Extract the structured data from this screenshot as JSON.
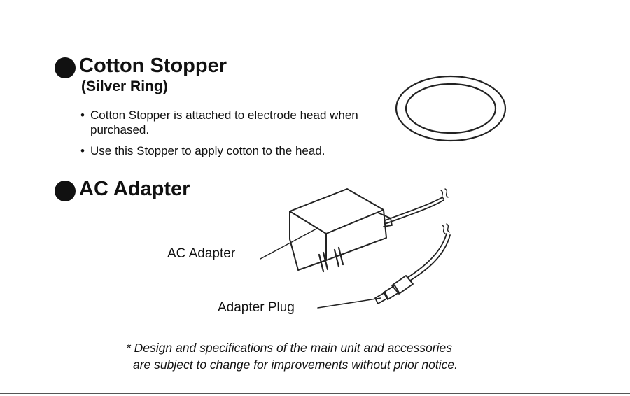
{
  "cotton_stopper": {
    "title": "Cotton Stopper",
    "subtitle": "(Silver Ring)",
    "items": [
      "Cotton Stopper is attached to electrode head when purchased.",
      "Use this Stopper to apply cotton to the head."
    ]
  },
  "ac_adapter": {
    "title": "AC Adapter",
    "labels": {
      "adapter": "AC Adapter",
      "plug": "Adapter Plug"
    }
  },
  "footnote": {
    "line1": "* Design and specifications of the main unit and accessories",
    "line2": "are subject to change for improvements without prior notice."
  },
  "colors": {
    "text": "#111111",
    "line": "#222222",
    "rule": "#555555"
  }
}
